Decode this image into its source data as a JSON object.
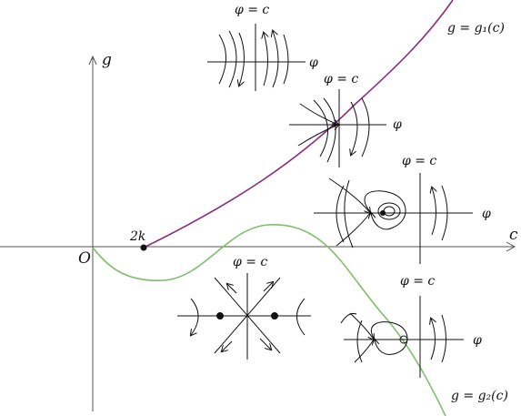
{
  "axes": {
    "horizontal_label": "c",
    "vertical_label": "g",
    "origin_label": "O",
    "point_label": "2k"
  },
  "curves": {
    "upper_label": "g = g₁(c)",
    "lower_label": "g = g₂(c)"
  },
  "portraits": {
    "title": "φ = c",
    "axis_label": "φ"
  },
  "colors": {
    "upper_curve": "#8a2a7e",
    "lower_curve": "#7fbf6a",
    "ink": "#111111",
    "axis": "#555555"
  }
}
